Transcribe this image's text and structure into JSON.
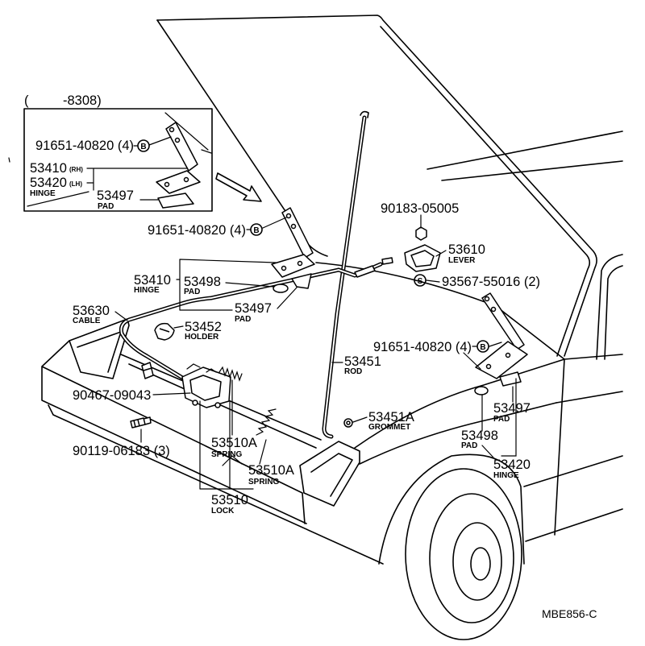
{
  "inset": {
    "range_open": "(",
    "range_close": "-8308)",
    "bolt": {
      "part": "91651-40820 (4)",
      "mark": "B"
    },
    "hinge_rh": {
      "part": "53410",
      "side": "(RH)"
    },
    "hinge_lh": {
      "part": "53420",
      "side": "(LH)"
    },
    "hinge_name": "HINGE",
    "pad": {
      "part": "53497",
      "name": "PAD"
    }
  },
  "labels": {
    "bolt_left": {
      "part": "91651-40820 (4)",
      "mark": "B"
    },
    "bolt_90183": {
      "part": "90183-05005"
    },
    "lever": {
      "part": "53610",
      "name": "LEVER"
    },
    "screw_93567": {
      "part": "93567-55016 (2)",
      "mark": "S"
    },
    "hinge_53410": {
      "part": "53410",
      "name": "HINGE"
    },
    "pad_53498_left": {
      "part": "53498",
      "name": "PAD"
    },
    "pad_53497_left": {
      "part": "53497",
      "name": "PAD"
    },
    "cable": {
      "part": "53630",
      "name": "CABLE"
    },
    "holder": {
      "part": "53452",
      "name": "HOLDER"
    },
    "bolt_right": {
      "part": "91651-40820 (4)",
      "mark": "B"
    },
    "rod": {
      "part": "53451",
      "name": "ROD"
    },
    "clip_90467": {
      "part": "90467-09043"
    },
    "grommet": {
      "part": "53451A",
      "name": "GROMMET"
    },
    "pad_53497_right": {
      "part": "53497",
      "name": "PAD"
    },
    "bolt_90119": {
      "part": "90119-06183 (3)"
    },
    "spring_upper": {
      "part": "53510A",
      "name": "SPRING"
    },
    "pad_53498_right": {
      "part": "53498",
      "name": "PAD"
    },
    "spring_lower": {
      "part": "53510A",
      "name": "SPRING"
    },
    "hinge_53420": {
      "part": "53420",
      "name": "HINGE"
    },
    "lock": {
      "part": "53510",
      "name": "LOCK"
    }
  },
  "diagram_code": "MBE856-C"
}
